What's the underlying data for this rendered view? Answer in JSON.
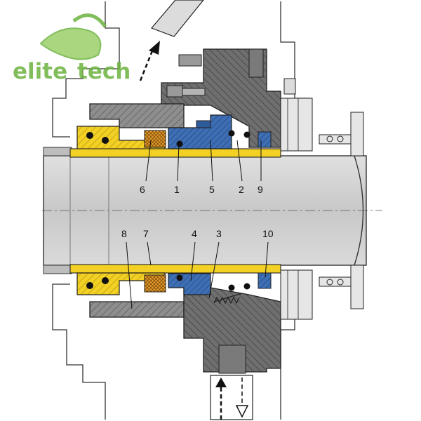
{
  "logo": {
    "wordmark_left": "elite",
    "wordmark_right": "tech",
    "color": "#6cb33f"
  },
  "callouts_top": [
    "6",
    "1",
    "5",
    "2",
    "9"
  ],
  "callouts_bottom": [
    "8",
    "7",
    "4",
    "3",
    "10"
  ],
  "colors": {
    "shaft": "#cfcfcf",
    "sleeve": "#f2d024",
    "seal_ring_blue": "#3e6fb5",
    "packing_orange": "#e39a2b",
    "housing_gray": "#9a9a9a",
    "gland_dark": "#6f6f6f"
  }
}
